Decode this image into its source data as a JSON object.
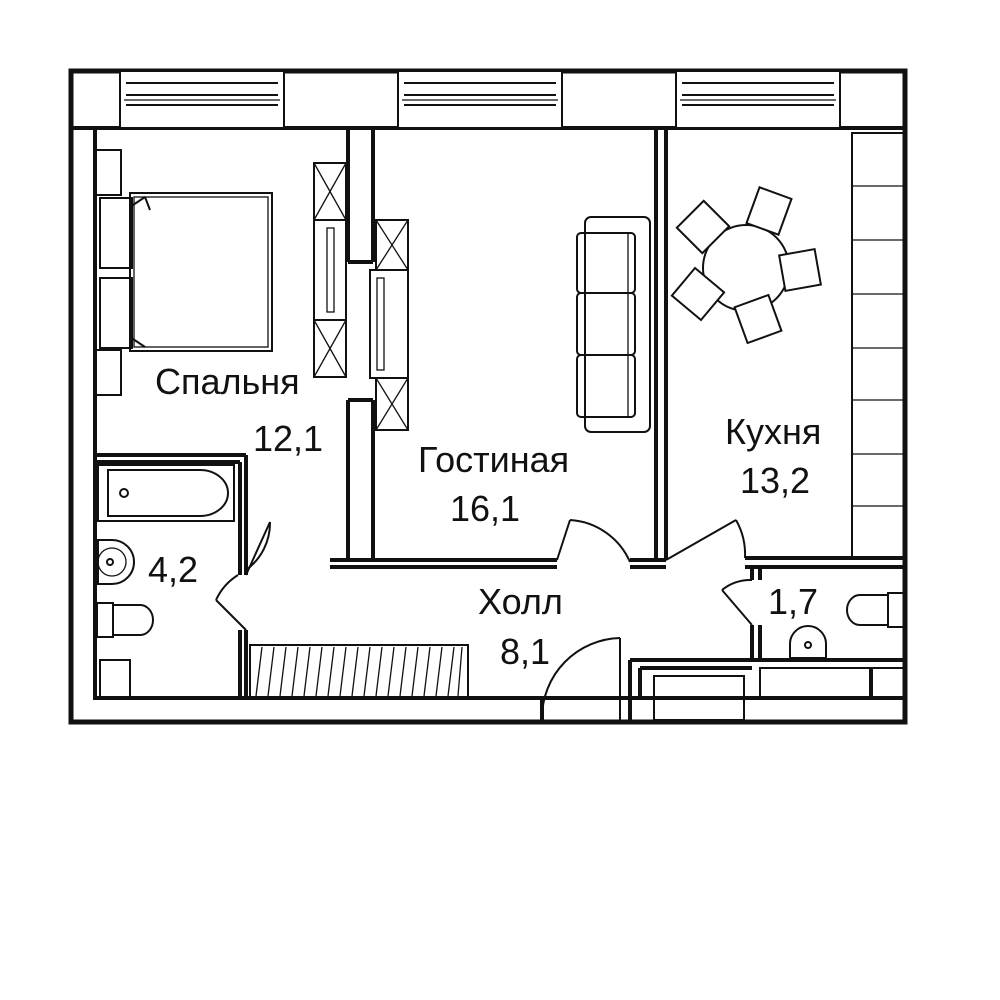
{
  "rooms": {
    "bedroom": {
      "name": "Спальня",
      "area": "12,1"
    },
    "living": {
      "name": "Гостиная",
      "area": "16,1"
    },
    "kitchen": {
      "name": "Кухня",
      "area": "13,2"
    },
    "bathroom": {
      "area": "4,2"
    },
    "toilet": {
      "area": "1,7"
    },
    "hall": {
      "name": "Холл",
      "area": "8,1"
    }
  }
}
